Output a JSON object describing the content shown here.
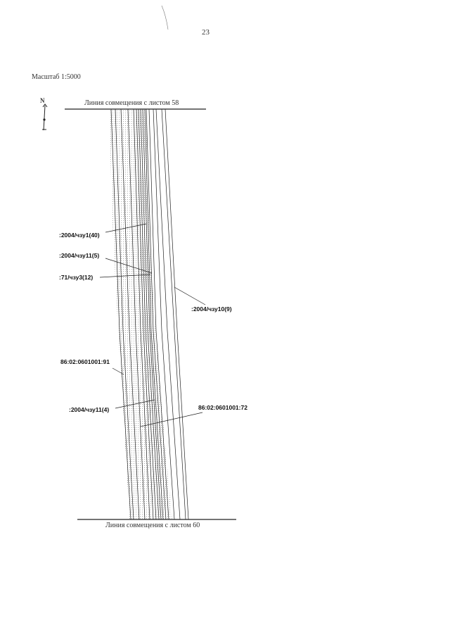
{
  "page_number": "23",
  "scale_label": "Масштаб 1:5000",
  "north_label": "N",
  "top_line_label": "Линия совмещения с листом 58",
  "bottom_line_label": "Линия совмещения с листом 60",
  "parcel_labels": {
    "chzu1_40": ":2004/чзу1(40)",
    "chzu11_5": ":2004/чзу11(5)",
    "chzu3_12": ":71/чзу3(12)",
    "chzu10_9": ":2004/чзу10(9)",
    "parcel_91": "86:02:0601001:91",
    "chzu11_4": ":2004/чзу11(4)",
    "parcel_72": "86:02:0601001:72"
  },
  "colors": {
    "line": "#222222",
    "shade": "#bfbfbf"
  }
}
